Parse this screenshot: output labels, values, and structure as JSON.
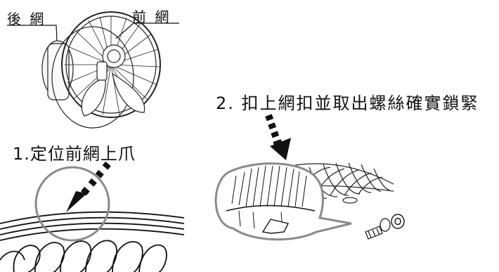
{
  "labels": {
    "rear_grille": "後 網",
    "front_grille": "前 網",
    "step1": "1.定位前網上爪",
    "step2": "2. 扣上網扣並取出螺絲確實鎖緊"
  },
  "colors": {
    "ink": "#111111",
    "callout": "#8a8a8a",
    "background": "#ffffff"
  }
}
